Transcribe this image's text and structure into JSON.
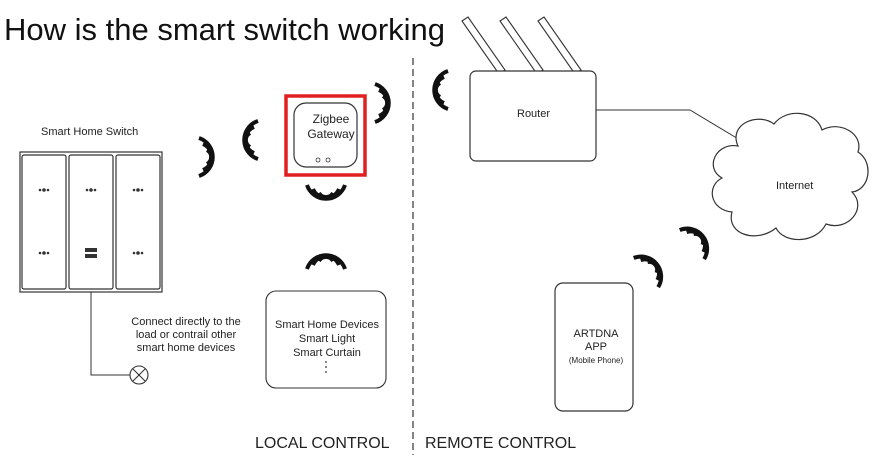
{
  "title": "How is the smart switch working",
  "switch_label": "Smart Home Switch",
  "gateway": {
    "line1": "Zigbee",
    "line2": "Gateway",
    "highlight": "#e02020"
  },
  "router_label": "Router",
  "internet_label": "Internet",
  "devices": {
    "line1": "Smart Home Devices",
    "line2": "Smart Light",
    "line3": "Smart Curtain"
  },
  "app": {
    "line1": "ARTDNA",
    "line2": "APP",
    "line3": "(Mobile Phone)"
  },
  "load_note": {
    "line1": "Connect directly to the",
    "line2": "load or contrail other",
    "line3": "smart home devices"
  },
  "local_control": "LOCAL CONTROL",
  "remote_control": "REMOTE CONTROL"
}
